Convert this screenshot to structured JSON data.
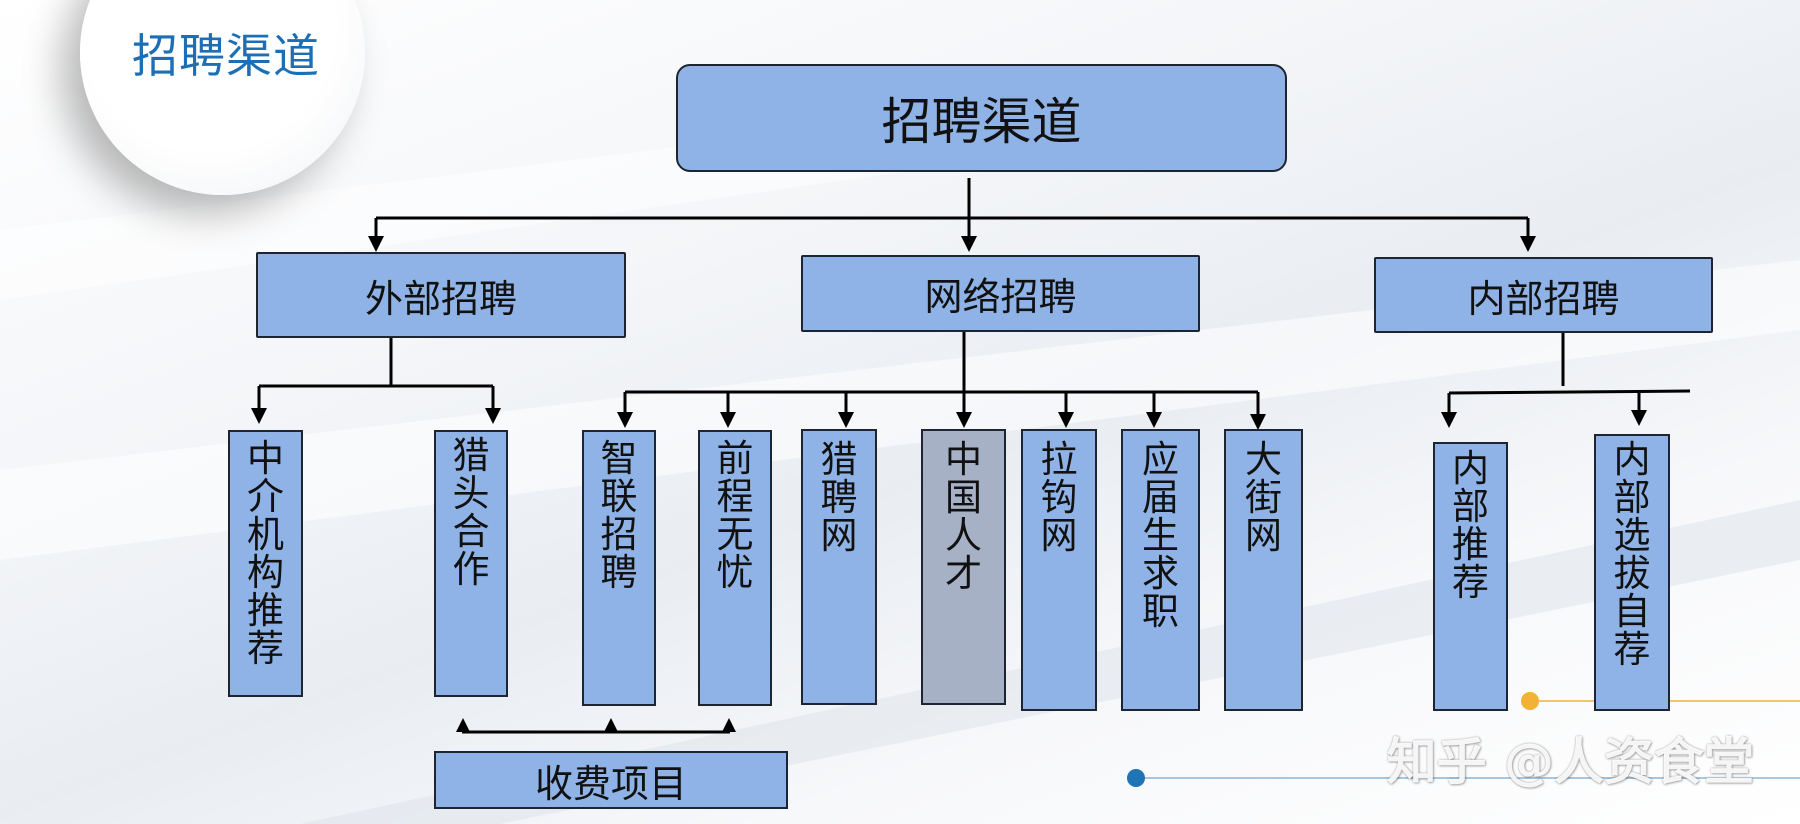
{
  "slide_title": "招聘渠道",
  "root": "招聘渠道",
  "branches": {
    "external": "外部招聘",
    "online": "网络招聘",
    "internal": "内部招聘"
  },
  "leaves": {
    "agency": "中介机构推荐",
    "headhunter": "猎头合作",
    "zhaopin": "智联招聘",
    "51job": "前程无忧",
    "liepin": "猎聘网",
    "chinahr": "中国人才",
    "lagou": "拉钩网",
    "campus": "应届生求职",
    "dajie": "大街网",
    "referral": "内部推荐",
    "internal_selection": "内部选拔自荐"
  },
  "paid_items": "收费项目",
  "watermark": "知乎 @人资食堂",
  "colors": {
    "box_fill": "#8fb3e6",
    "highlight_fill": "#a7b1c6",
    "title_blue": "#1c6fb5",
    "accent_orange": "#f2b233",
    "accent_blue": "#1f74b6"
  }
}
